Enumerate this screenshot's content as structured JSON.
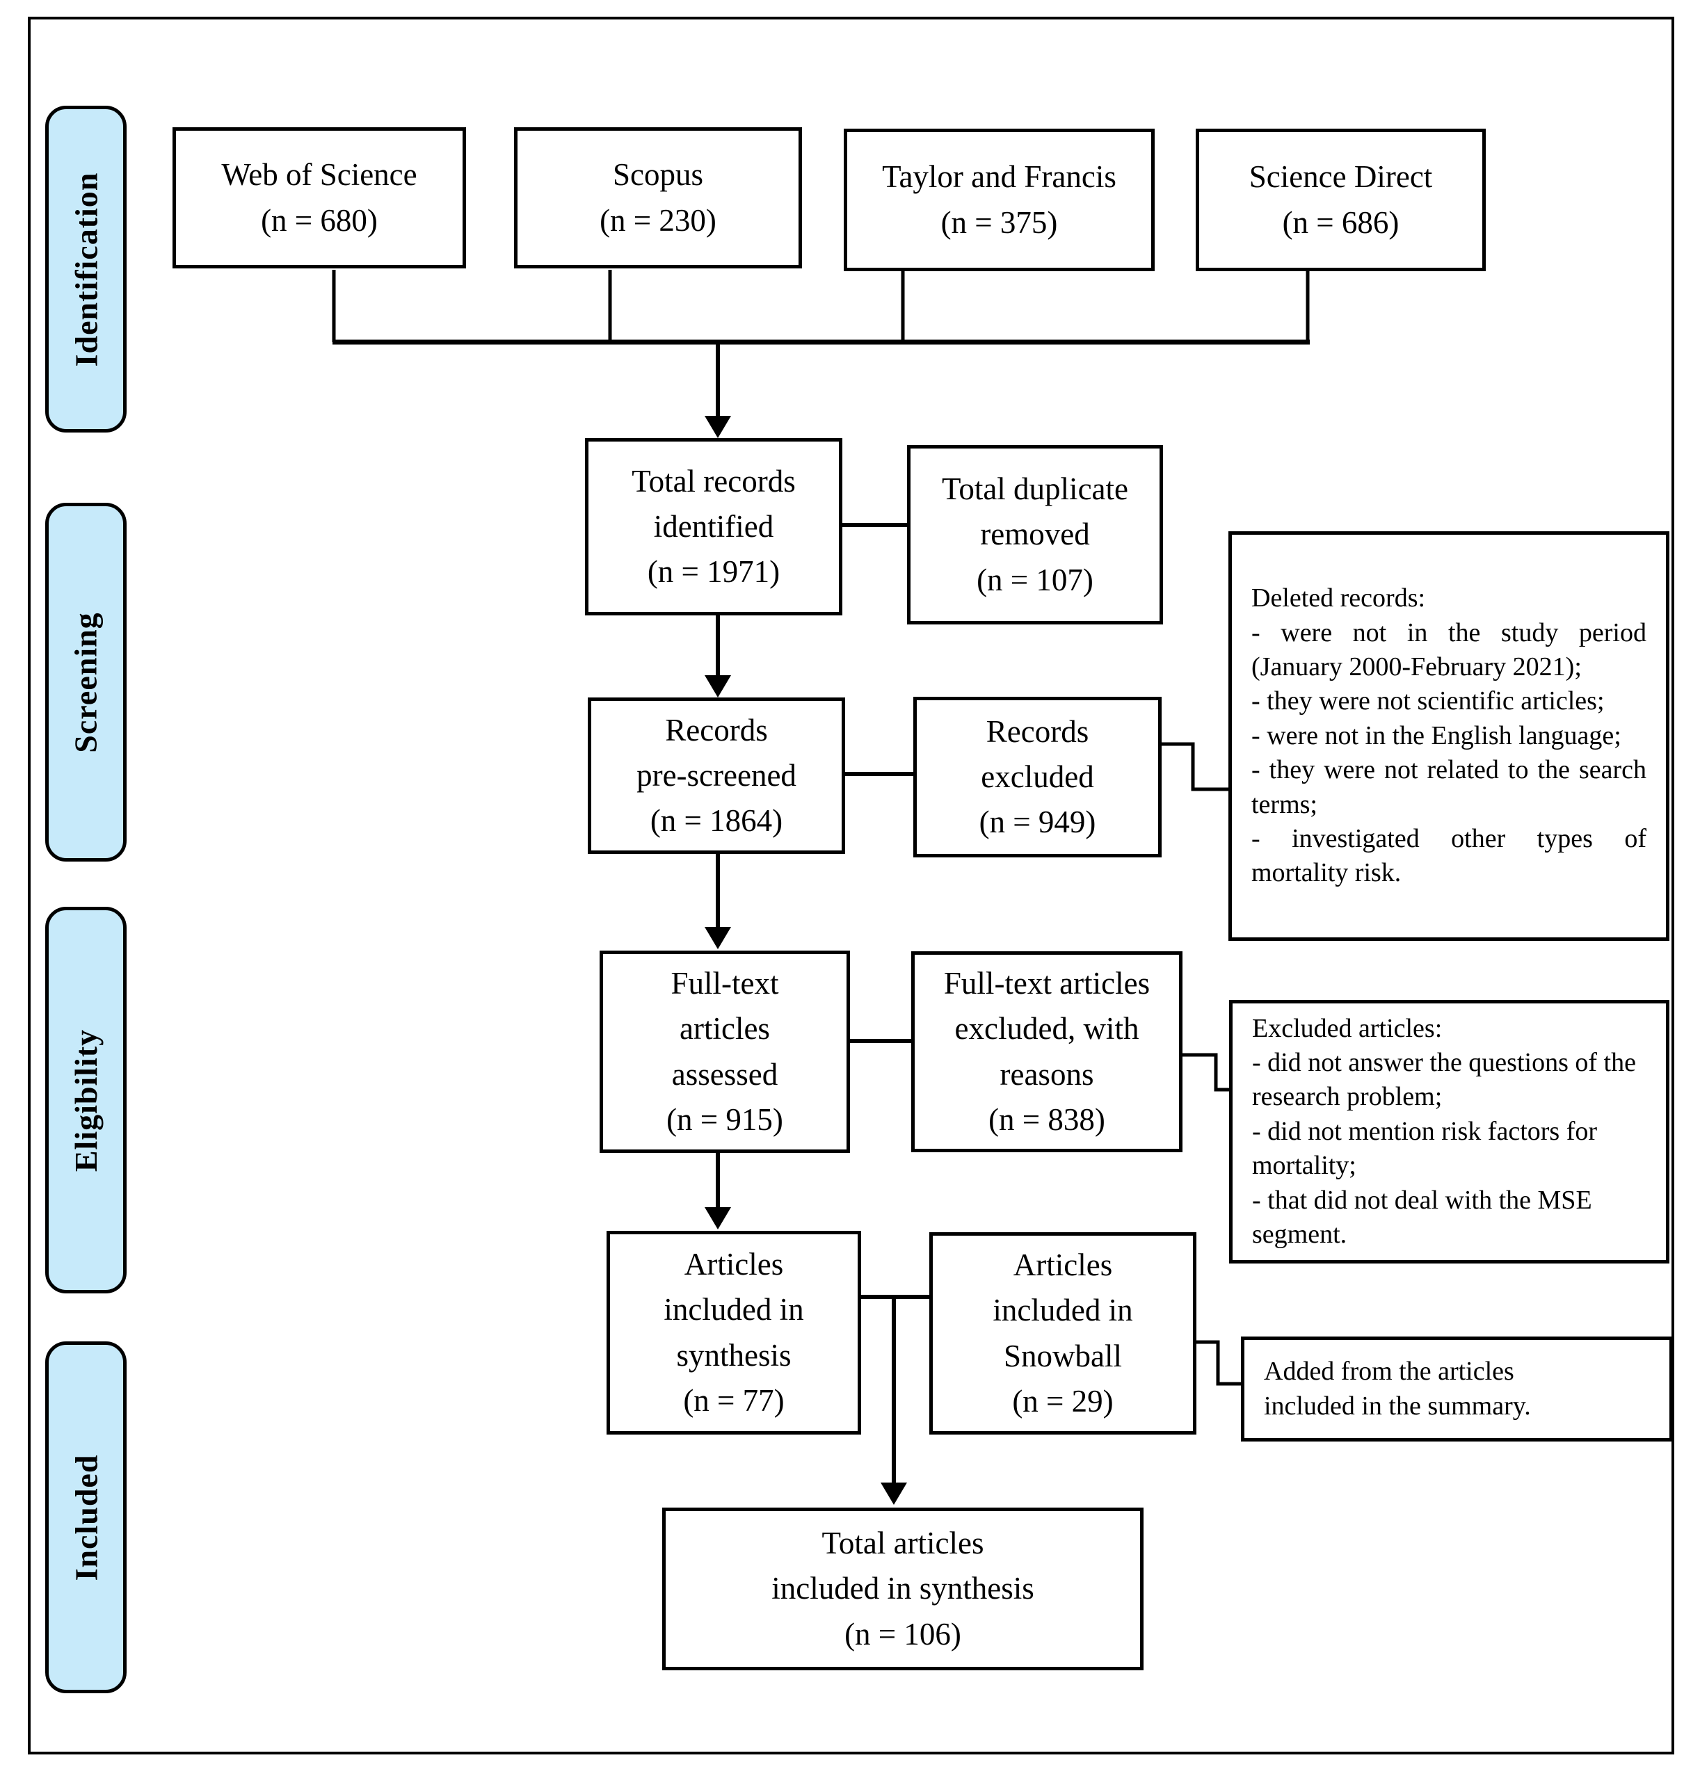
{
  "colors": {
    "stage_tab_fill": "#c7eafa",
    "line_color": "#000000",
    "box_fill": "#ffffff",
    "page_background": "#ffffff"
  },
  "stages": [
    {
      "label": "Identification"
    },
    {
      "label": "Screening"
    },
    {
      "label": "Eligibility"
    },
    {
      "label": "Included"
    }
  ],
  "sources": [
    {
      "name": "Web of Science",
      "count": "(n = 680)"
    },
    {
      "name": "Scopus",
      "count": "(n = 230)"
    },
    {
      "name": "Taylor and Francis",
      "count": "(n = 375)"
    },
    {
      "name": "Science Direct",
      "count": "(n = 686)"
    }
  ],
  "flow": {
    "identified": "Total records\nidentified\n(n = 1971)",
    "duplicates_removed": "Total duplicate\nremoved\n(n = 107)",
    "prescreened": "Records\npre-screened\n(n = 1864)",
    "records_excluded": "Records\nexcluded\n(n = 949)",
    "fulltext_assessed": "Full-text\narticles\nassessed\n(n = 915)",
    "fulltext_excluded": "Full-text articles\nexcluded, with\nreasons\n(n = 838)",
    "synthesis": "Articles\nincluded in\nsynthesis\n(n = 77)",
    "snowball": "Articles\nincluded in\nSnowball\n(n = 29)",
    "total": "Total articles\nincluded in synthesis\n(n = 106)"
  },
  "notes": {
    "deleted_records": "Deleted records:\n- were not in the study period (January 2000-February 2021);\n- they were not scientific articles;\n- were not in the English language;\n- they were not related to the search terms;\n- investigated other types of mortality risk.",
    "excluded_articles": "Excluded articles:\n- did not answer the questions of the research problem;\n- did not mention risk factors for mortality;\n- that did not deal with the MSE segment.",
    "added_from_summary": "Added from the articles\nincluded in the summary."
  }
}
